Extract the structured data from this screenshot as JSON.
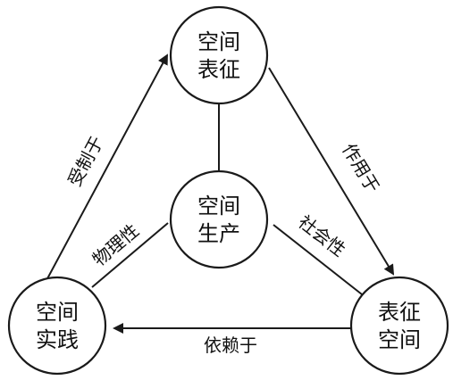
{
  "nodes": {
    "top": {
      "line1": "空间",
      "line2": "表征"
    },
    "center": {
      "line1": "空间",
      "line2": "生产"
    },
    "left": {
      "line1": "空间",
      "line2": "实践"
    },
    "right": {
      "line1": "表征",
      "line2": "空间"
    }
  },
  "edges": {
    "left_to_top": "受制于",
    "top_to_right": "作用于",
    "right_to_left": "依赖于",
    "center_to_left": "物理性",
    "center_to_right": "社会性"
  }
}
